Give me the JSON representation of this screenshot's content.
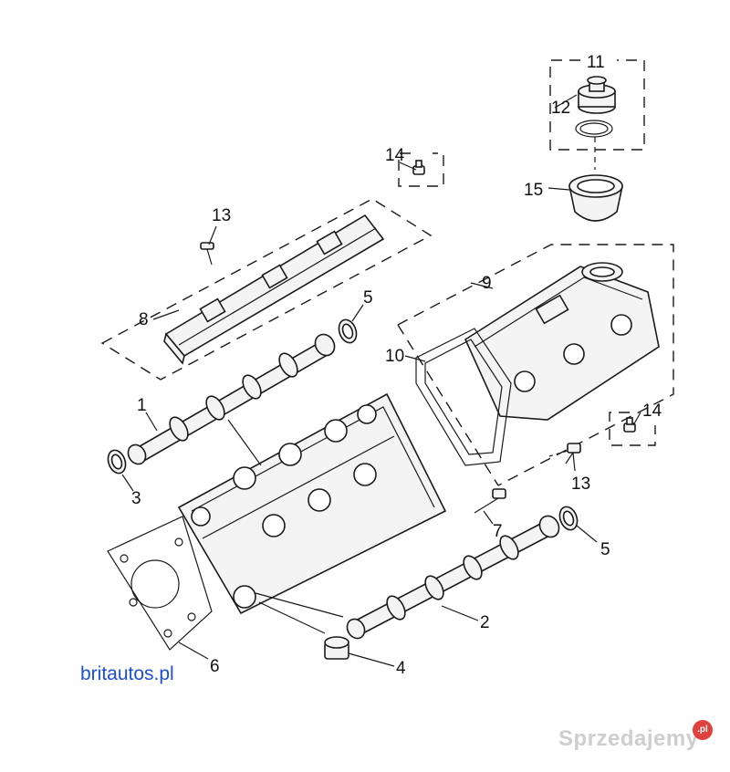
{
  "callouts": {
    "c1": "1",
    "c2": "2",
    "c3": "3",
    "c4": "4",
    "c5a": "5",
    "c5b": "5",
    "c6": "6",
    "c7": "7",
    "c8": "8",
    "c9": "9",
    "c10": "10",
    "c11": "11",
    "c12": "12",
    "c13a": "13",
    "c13b": "13",
    "c14a": "14",
    "c14b": "14",
    "c15": "15"
  },
  "watermarks": {
    "site": "britautos.pl",
    "brand": "Sprzedajemy",
    "badge": ".pl"
  },
  "colors": {
    "line": "#1a1a1a",
    "site_watermark": "#1b4fd6",
    "badge": "#e0413c"
  }
}
